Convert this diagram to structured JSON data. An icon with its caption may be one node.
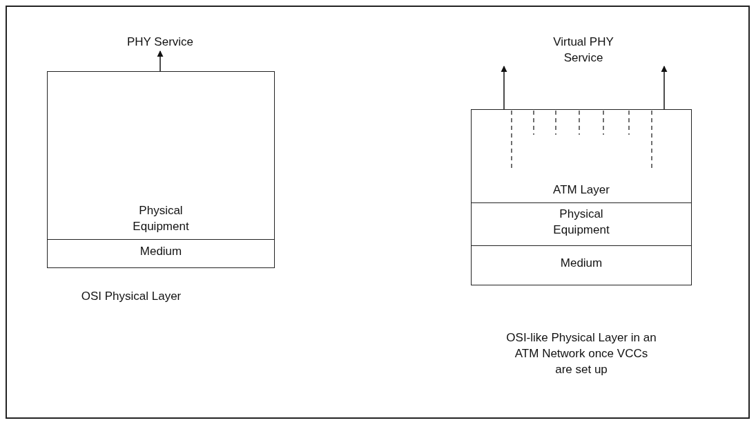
{
  "diagram": {
    "nodes": [
      {
        "text": [
          "PHY Service"
        ]
      },
      {
        "text": [
          "Physical Equipment"
        ]
      },
      {
        "text": [
          "Medium"
        ]
      },
      {
        "text": [
          "Virtual PHY Service"
        ]
      },
      {
        "text": [
          "ATM Layer"
        ]
      },
      {
        "text": [
          "Physical Equipment"
        ]
      },
      {
        "text": [
          "Medium"
        ]
      }
    ],
    "edges": [
      {
        "from": 1,
        "to": 0,
        "arrow": "to"
      },
      {
        "from": 4,
        "to": 3,
        "arrow": "to"
      },
      {
        "from": 4,
        "to": 3,
        "arrow": "to"
      }
    ],
    "labels": [
      "OSI Physical Layer",
      "OSI-like Physical Layer in an ATM Network once VCCs are set up"
    ]
  }
}
